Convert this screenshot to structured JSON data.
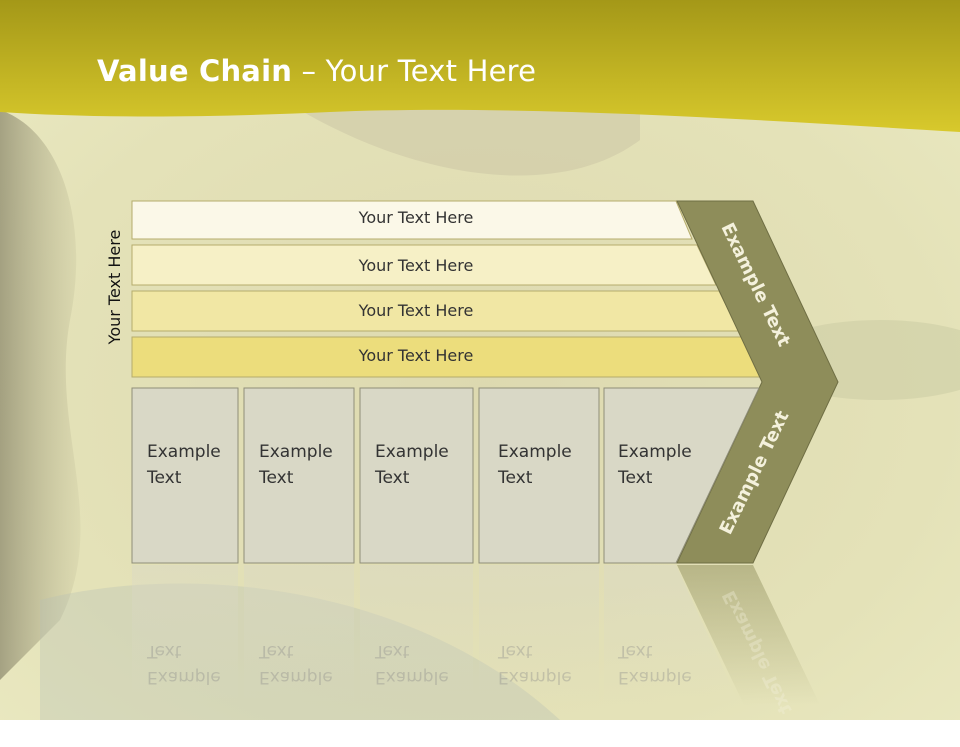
{
  "title": {
    "bold": "Value Chain",
    "rest": " – Your Text Here"
  },
  "side_label": "Your Text Here",
  "rows": [
    "Your Text Here",
    "Your Text Here",
    "Your Text Here",
    "Your Text Here"
  ],
  "cells": [
    [
      "Example",
      "Text"
    ],
    [
      "Example",
      "Text"
    ],
    [
      "Example",
      "Text"
    ],
    [
      "Example",
      "Text"
    ],
    [
      "Example",
      "Text"
    ]
  ],
  "chevron": {
    "upper": "Example Text",
    "lower": "Example Text"
  },
  "colors": {
    "header_top": "#a89c1e",
    "header_bottom": "#d4c42a",
    "chevron": "#8e8d5a",
    "cell_fill": "#d9d8c6",
    "row1": "#fbf8e8",
    "row2": "#f6f0c6",
    "row3": "#f1e7a4",
    "row4": "#ecdd7c"
  }
}
